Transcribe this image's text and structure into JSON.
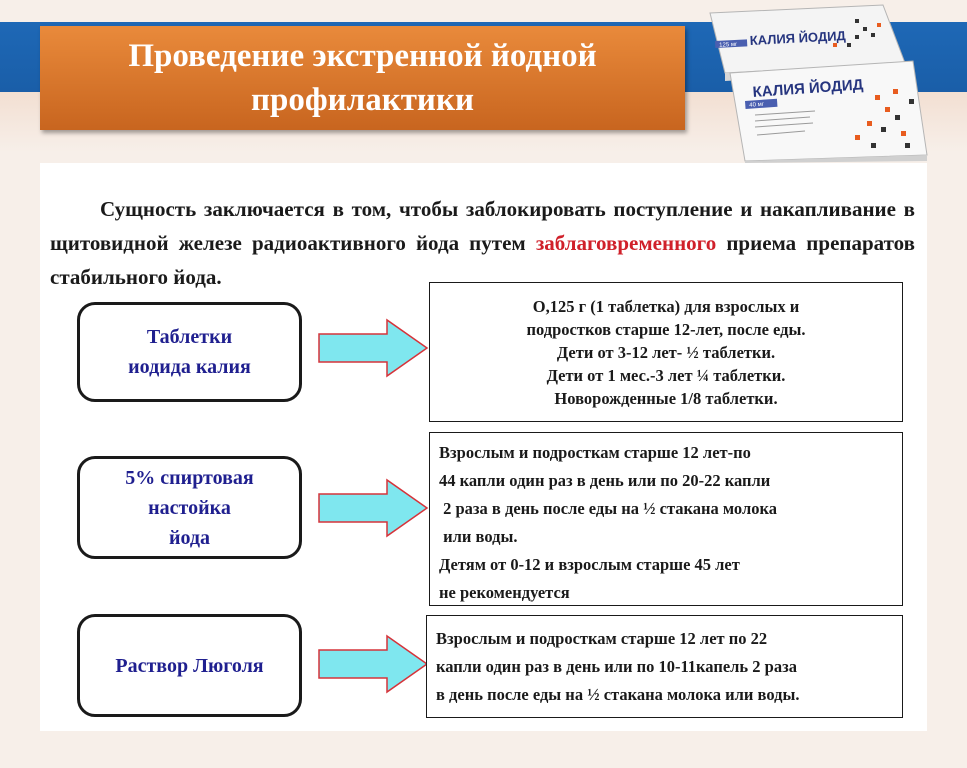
{
  "title": {
    "line1": "Проведение экстренной йодной",
    "line2": "профилактики"
  },
  "product_image": {
    "box1": {
      "name": "КАЛИЯ ЙОДИД",
      "dose": "125 мг"
    },
    "box2": {
      "name": "КАЛИЯ ЙОДИД",
      "dose": "40 мг"
    }
  },
  "intro": {
    "part1": "Сущность заключается в том, чтобы заблокировать поступление и накапливание в щитовидной железе радиоактивного йода путем ",
    "highlight": "заблаговременного",
    "part2": "  приема препаратов стабильного йода."
  },
  "rows": [
    {
      "label": "Таблетки\n иодида калия",
      "info_lines": [
        "О,125 г (1 таблетка) для взрослых и",
        "подростков старше 12-лет, после еды.",
        "Дети от 3-12 лет- ½ таблетки.",
        "Дети от 1 мес.-3 лет ¼ таблетки.",
        "Новорожденные 1/8 таблетки."
      ]
    },
    {
      "label": "5% спиртовая\nнастойка\nйода",
      "info_lines": [
        "Взрослым и подросткам старше 12 лет-по",
        "44 капли один раз в день или по 20-22 капли",
        " 2 раза в день после еды на ½ стакана молока",
        " или воды.",
        "Детям от 0-12 и взрослым старше 45 лет",
        "не рекомендуется"
      ]
    },
    {
      "label": "Раствор Люголя",
      "info_lines": [
        "Взрослым и подросткам старше 12 лет по 22",
        "капли один раз в день или по 10-11капель 2 раза",
        "в день после еды на ½ стакана молока или воды."
      ]
    }
  ],
  "colors": {
    "title_bg": "#d9742c",
    "band_blue": "#1e68b6",
    "label_text": "#1f1f8f",
    "highlight_red": "#d0202a",
    "arrow_fill": "#7fe7ef"
  }
}
